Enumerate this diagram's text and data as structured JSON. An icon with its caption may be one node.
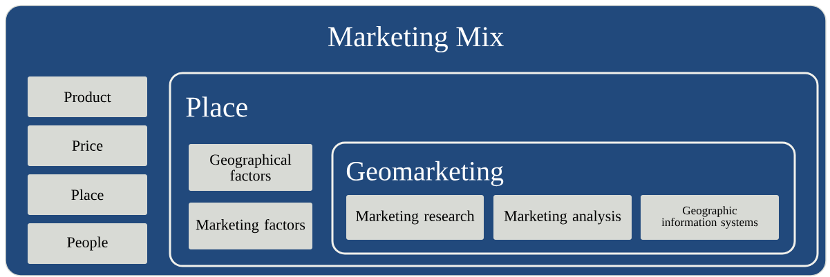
{
  "diagram": {
    "nodes": [
      {
        "text": [
          "Marketing Mix"
        ]
      },
      {
        "text": [
          "Product"
        ],
        "in": 0
      },
      {
        "text": [
          "Price"
        ],
        "in": 0
      },
      {
        "text": [
          "Place"
        ],
        "in": 0
      },
      {
        "text": [
          "People"
        ],
        "in": 0
      },
      {
        "text": [
          "Place"
        ],
        "in": 0
      },
      {
        "text": [
          "Geographical factors"
        ],
        "in": 5
      },
      {
        "text": [
          "Marketing factors"
        ],
        "in": 5
      },
      {
        "text": [
          "Geomarketing"
        ],
        "in": 5
      },
      {
        "text": [
          "Marketing research"
        ],
        "in": 8
      },
      {
        "text": [
          "Marketing analysis"
        ],
        "in": 8
      },
      {
        "text": [
          "Geographic information systems"
        ],
        "in": 8
      }
    ]
  }
}
